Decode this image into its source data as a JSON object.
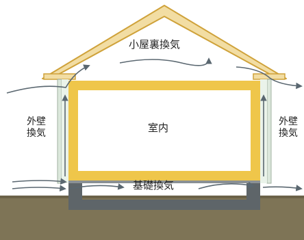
{
  "colors": {
    "roof_fill": "#F2DDA3",
    "roof_stroke": "#CFA23A",
    "frame_fill": "#EFC64A",
    "frame_inner": "#FFFFFF",
    "ground": "#7E7456",
    "ground_dark": "#6B6248",
    "foundation": "#5E6569",
    "wall_gap": "#EAF3EA",
    "airflow": "#5A6770"
  },
  "labels": {
    "attic": "小屋裏換気",
    "interior": "室内",
    "foundation": "基礎換気",
    "wall_left": "外壁換気",
    "wall_right": "外壁換気"
  }
}
